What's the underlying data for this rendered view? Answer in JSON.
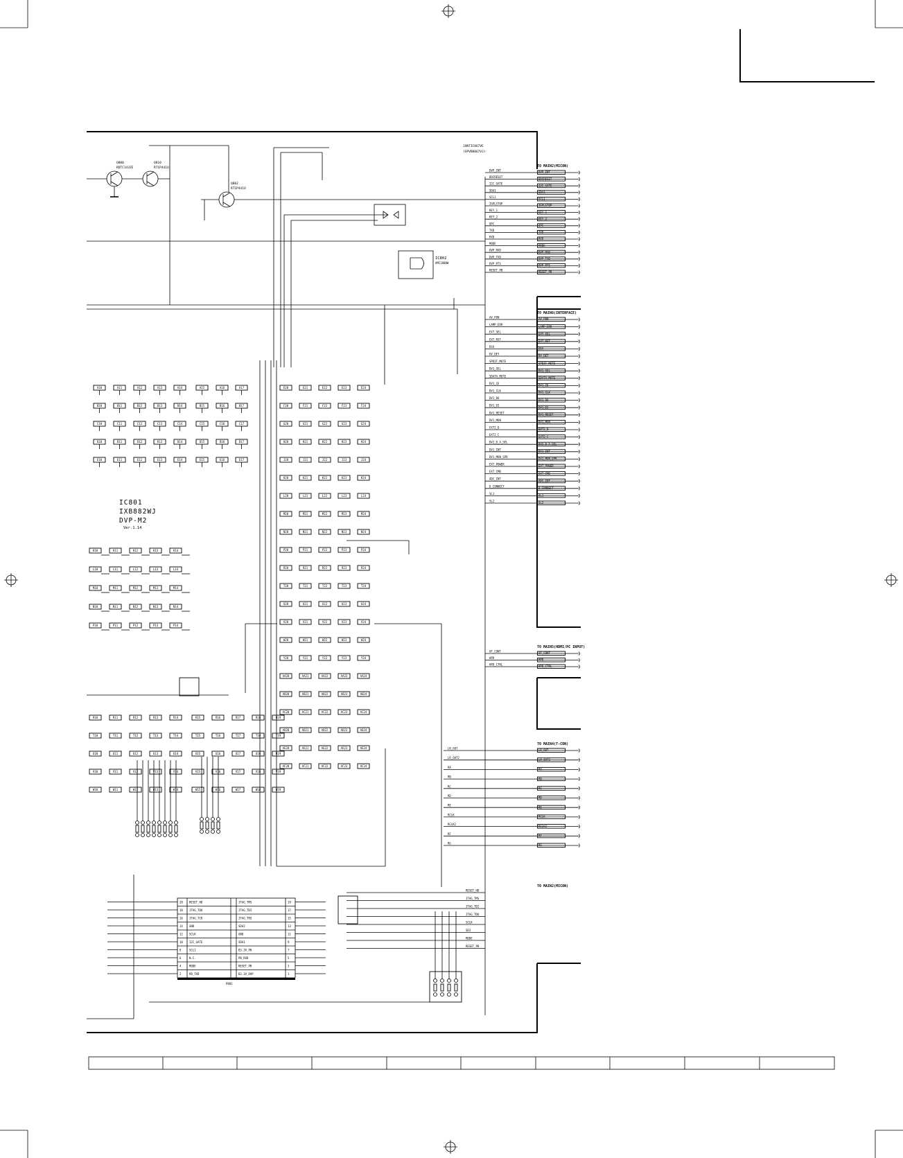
{
  "subtitle": {
    "line1": "JUNTIC067VE",
    "line2": "(GPVB0067VJ)"
  },
  "ic801": {
    "ref": "IC801",
    "part": "IXB882WJ",
    "name": "DVP-M2",
    "ver": "Ver.1.14"
  },
  "ic802": {
    "ref": "IC802",
    "part": "AMC100BW"
  },
  "transistors": [
    {
      "ref": "Q800",
      "part": "RDTC143ZE"
    },
    {
      "ref": "Q810",
      "part": "RT1P441U"
    },
    {
      "ref": "Q802",
      "part": "RT1P441U"
    }
  ],
  "connectors": [
    {
      "title": "TO MAIN2(MICON)",
      "signals": [
        "DVP_INT",
        "DDCRESET",
        "I2C_GATE",
        "SDA1",
        "SCL1",
        "ISPLSTOP",
        "KEY_1",
        "KEY_2",
        "OPC",
        "TXD",
        "RXD",
        "MODE",
        "DVP_RXD",
        "DVP_TXD",
        "DVP_RTS",
        "RESET_PB"
      ]
    },
    {
      "title": "TO MAIN6(INTERFACE)",
      "signals": [
        "AV_PON",
        "LAMP_ERR",
        "EXT_SEL",
        "EXT_RST",
        "DSV",
        "DV_DET",
        "SPDIF_MUTE",
        "DV1_SEL",
        "SDATA_MUTE",
        "DV1_CE",
        "DV1_CLK",
        "DV1_DO",
        "DV1_DI",
        "DV1_RESET",
        "DV1_MON",
        "EXT2_D",
        "EXT2_C",
        "DV2_D_A_SEL",
        "DV1_INT",
        "DV1_MON_SPR",
        "EXT_POWER",
        "EXT_CMD",
        "ADC_INT",
        "D_CONNECT",
        "SL1",
        "SL2"
      ]
    },
    {
      "title": "TO MAIN5(HDMI/PC INPUT)",
      "signals": [
        "VF_CONT",
        "HPD",
        "HPD_CTRL"
      ]
    },
    {
      "title": "TO MAIN4(T-CON)",
      "signals": [
        "LR_OUT",
        "LR_OUT2",
        "RA",
        "RB",
        "RC",
        "RD",
        "RE",
        "RCLK",
        "RCLK2",
        "RF",
        "RG"
      ]
    },
    {
      "title": "TO MAIN2(MICON)",
      "signals": [
        "RESET_HD",
        "JTAG_TMS",
        "JTAG_TDI",
        "JTAG_TDO",
        "SCLK",
        "SDI",
        "MODE",
        "RESET_PB"
      ]
    }
  ],
  "header_pins": {
    "left": [
      {
        "num": "20",
        "name": "RESET_HD"
      },
      {
        "num": "18",
        "name": "JTAG_TDO"
      },
      {
        "num": "16",
        "name": "JTAG_TCK"
      },
      {
        "num": "14",
        "name": "GND"
      },
      {
        "num": "12",
        "name": "SCLK"
      },
      {
        "num": "10",
        "name": "I2C_GATE"
      },
      {
        "num": "8",
        "name": "SCL1"
      },
      {
        "num": "6",
        "name": "N.C."
      },
      {
        "num": "4",
        "name": "MODE"
      },
      {
        "num": "2",
        "name": "PB_TXD"
      }
    ],
    "right": [
      {
        "num": "19",
        "name": "JTAG_TMS"
      },
      {
        "num": "17",
        "name": "JTAG_TDI"
      },
      {
        "num": "15",
        "name": "JTAG_TRS"
      },
      {
        "num": "13",
        "name": "SDA2"
      },
      {
        "num": "11",
        "name": "GND"
      },
      {
        "num": "9",
        "name": "SDA1"
      },
      {
        "num": "7",
        "name": "B3.3V_PB"
      },
      {
        "num": "5",
        "name": "PB_RXD"
      },
      {
        "num": "3",
        "name": "RESET_PB"
      },
      {
        "num": "1",
        "name": "B3.3V_DVP"
      }
    ],
    "ref": "P801"
  },
  "bga_rows": [
    "A",
    "B",
    "C",
    "D",
    "E",
    "F",
    "G",
    "H",
    "J",
    "K",
    "L",
    "M",
    "N",
    "P",
    "R",
    "T",
    "U",
    "V",
    "W",
    "Y",
    "AA",
    "AB",
    "AC",
    "AD",
    "AE",
    "AF"
  ],
  "colors": {
    "ink": "#000000",
    "paper": "#ffffff"
  }
}
